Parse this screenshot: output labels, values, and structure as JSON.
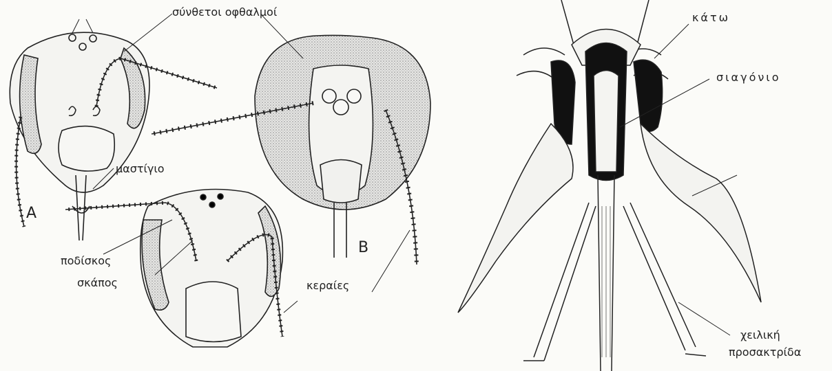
{
  "labels": {
    "compound_eyes": "σύνθετοι οφθαλμοί",
    "flagellum": "μαστίγιο",
    "pedicel": "ποδίσκος",
    "scape": "σκάπος",
    "antennae": "κεραίες",
    "fig_a": "A",
    "fig_b": "B",
    "lower": "κάτω",
    "maxilla": "σιαγόνιο",
    "labial": "χειλική",
    "palp": "προσακτρίδα"
  },
  "colors": {
    "ink": "#222222",
    "paper": "#fbfbf8",
    "shade": "#cfcfcf",
    "solid": "#111111"
  }
}
